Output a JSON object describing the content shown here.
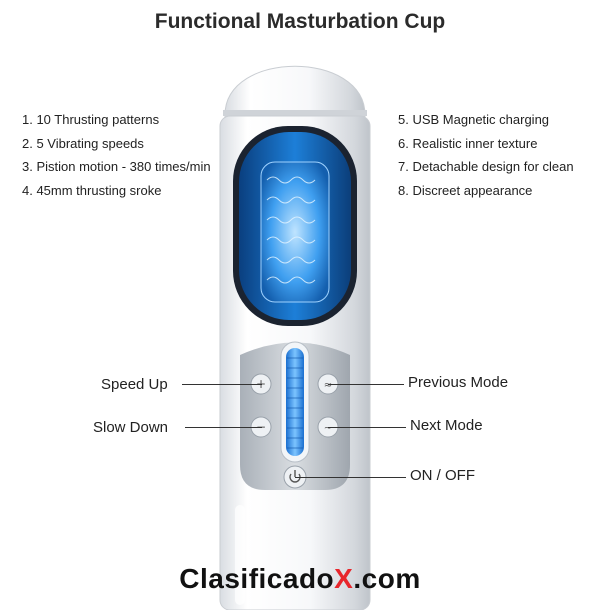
{
  "title": "Functional Masturbation Cup",
  "features_left": [
    "1. 10 Thrusting patterns",
    "2. 5 Vibrating speeds",
    "3. Pistion motion - 380 times/min",
    "4. 45mm thrusting sroke"
  ],
  "features_right": [
    "5. USB Magnetic charging",
    "6. Realistic inner texture",
    "7. Detachable design for clean",
    "8. Discreet appearance"
  ],
  "controls": {
    "speed_up": "Speed Up",
    "slow_down": "Slow Down",
    "previous_mode": "Previous Mode",
    "next_mode": "Next Mode",
    "on_off": "ON / OFF"
  },
  "brand": {
    "prefix": "Clasificado",
    "x": "X",
    "suffix": ".com"
  },
  "colors": {
    "accent_blue": "#2f8fe0",
    "brand_red": "#e8262c"
  }
}
